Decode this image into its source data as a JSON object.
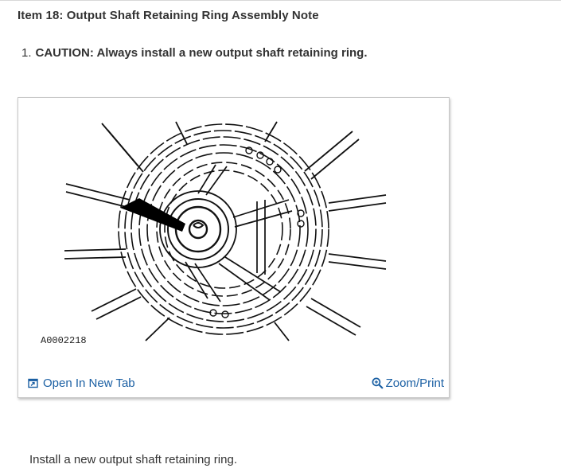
{
  "document": {
    "title": "Item 18: Output Shaft Retaining Ring Assembly Note",
    "steps": [
      {
        "number": "1.",
        "caution_label": "CAUTION: Always install a new output shaft retaining ring."
      }
    ],
    "body_text": "Install a new output shaft retaining ring."
  },
  "figure": {
    "id_label": "A0002218",
    "open_tab_label": "Open In New Tab",
    "zoom_label": "Zoom/Print"
  },
  "icons": {
    "open_tab": "external-window-icon",
    "zoom": "magnifier-icon"
  },
  "colors": {
    "text": "#333333",
    "link": "#1a5fa3"
  }
}
